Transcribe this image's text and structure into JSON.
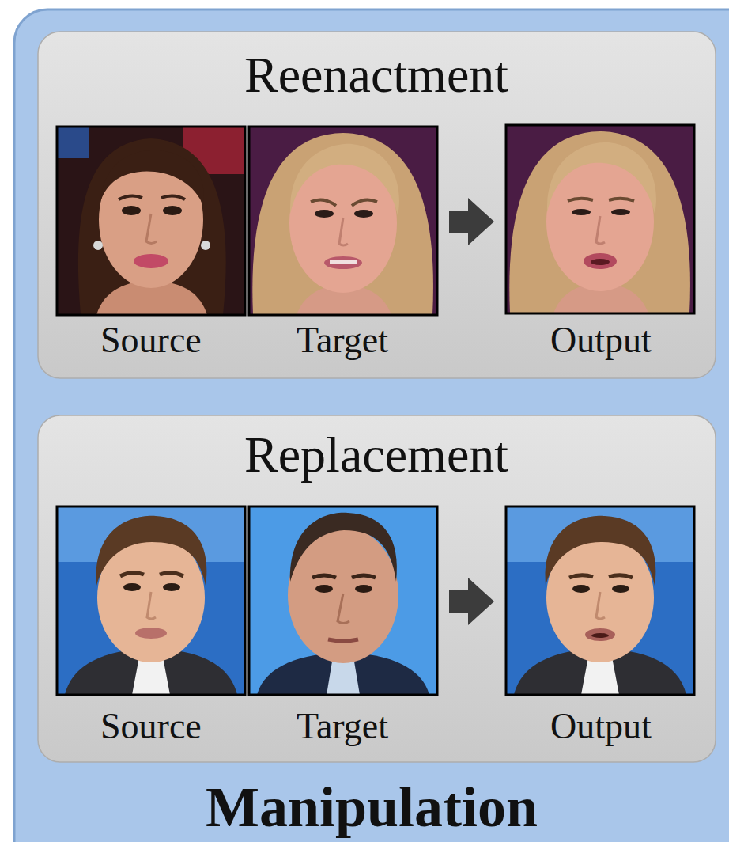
{
  "diagram": {
    "nodes": [
      {
        "text": [
          "Manipulation"
        ]
      },
      {
        "text": [
          "Reenactment"
        ],
        "in": 0
      },
      {
        "text": [
          "Replacement"
        ],
        "in": 0
      }
    ],
    "labels": [
      "Source",
      "Target",
      "Output",
      "Source",
      "Target",
      "Output"
    ]
  }
}
